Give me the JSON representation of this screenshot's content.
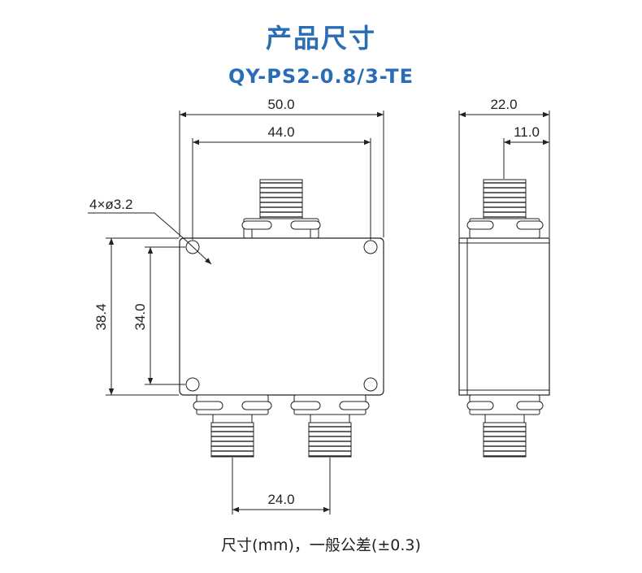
{
  "header": {
    "title": "产品尺寸",
    "model": "QY-PS2-0.8/3-TE"
  },
  "dimensions": {
    "overall_width": "50.0",
    "hole_spacing_x": "44.0",
    "hole_spec": "4×ø3.2",
    "overall_height": "38.4",
    "hole_spacing_y": "34.0",
    "port_spacing": "24.0",
    "side_width": "22.0",
    "side_center": "11.0"
  },
  "footer": {
    "note": "尺寸(mm)，一般公差(±0.3)"
  },
  "colors": {
    "accent": "#2a6db5",
    "line": "#222222"
  }
}
